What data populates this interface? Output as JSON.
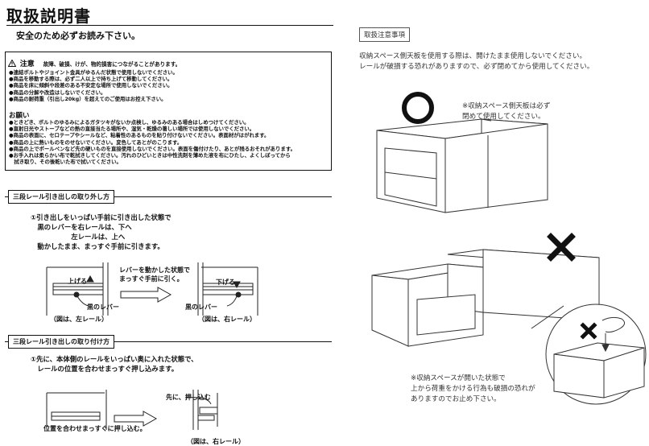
{
  "header": {
    "title": "取扱説明書",
    "subtitle": "安全のため必ずお読み下さい。"
  },
  "caution": {
    "label": "注意",
    "intro": "故障、破損、けが、物的損害につながることがあります。",
    "items": [
      "●連結ボルトやジョイント金具がゆるんだ状態で使用しないでください。",
      "●商品を移動する際は、必ず二人以上で持ち上げて移動してください。",
      "●商品を床に傾斜や段差のある不安定な場所で使用しないでください。",
      "●商品の分解や改造はしないでください。",
      "●商品の耐荷重（引出し20kg）を超えてのご使用はお控え下さい。"
    ]
  },
  "request": {
    "label": "お願い",
    "items": [
      "●ときどき、ボルトのゆるみによるガタツキがないか点検し、ゆるみのある場合はしめつけてください。",
      "●直射日光やストーブなどの熱の直接当たる場所や、湿気・乾燥の著しい場所では使用しないでください。",
      "●商品の表面に、セロテープやシールなど、粘着性のあるものを貼り付けないでください。表面材がはがれます。",
      "●商品の上に熱いものをのせないでください。変色してあとがのこります。",
      "●商品の上でボールペンなど先の硬いものを直接使用しないでください。表面を傷付けたり、あとが残るおそれがあります。",
      "●お手入れは柔らかい布で乾拭きしてください。汚れのひどいときは中性洗剤を薄めた液を布にひたし、よくしぼってから",
      "　拭き取り、その後乾いた布で拭いてください。"
    ]
  },
  "removal": {
    "heading": "三段レール引き出しの取り外し方",
    "step_lines": [
      "①引き出しをいっぱい手前に引き出した状態で",
      "　黒のレバーを右レールは、下へ",
      "　　　　　　左レールは、上へ",
      "　動かしたまま、まっすぐ手前に引きます。"
    ],
    "callout_lines": [
      "レバーを動かした状態で",
      "まっすぐ手前に引く。"
    ],
    "label_up": "上げる",
    "label_down": "下げる",
    "lever_left": "黒のレバー",
    "lever_right": "黒のレバー",
    "caption_left": "（図は、左レール）",
    "caption_right": "（図は、右レール）"
  },
  "install": {
    "heading": "三段レール引き出しの取り付け方",
    "step_lines": [
      "①先に、本体側のレールをいっぱい奥に入れた状態で、",
      "　レールの位置を合わせまっすぐ押し込みます。"
    ],
    "push_label": "先に、押し込む",
    "align_label": "位置を合わせまっすぐに押し込む。",
    "caption": "（図は、右レール）"
  },
  "notes": {
    "tag": "取扱注意事項",
    "intro_lines": [
      "収納スペース側天板を使用する際は、開けたまま使用しないでください。",
      "レールが破損する恐れがありますので、必ず閉めてから使用してください。"
    ],
    "closed_note_lines": [
      "※収納スペース側天板は必ず",
      "閉めて使用してください。"
    ],
    "warning_lines": [
      "※収納スペースが開いた状態で",
      "上から荷重をかける行為も破損の恐れが",
      "ありますのでお止め下さい。"
    ]
  }
}
